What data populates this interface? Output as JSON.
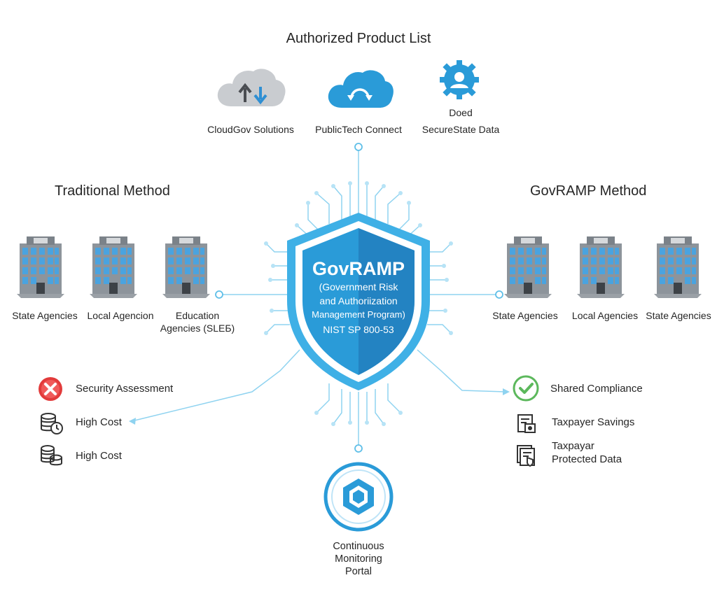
{
  "product_list": {
    "title": "Authorized Product List",
    "items": [
      {
        "name": "CloudGov Solutions",
        "icon": "cloud-upload-download-icon"
      },
      {
        "name": "PublicTech Connect",
        "icon": "cloud-sync-icon"
      },
      {
        "name_line1": "Doed",
        "name_line2": "SecureState Data",
        "icon": "gear-user-icon"
      }
    ]
  },
  "traditional": {
    "title": "Traditional Method",
    "agencies": [
      {
        "line1": "State Agencies"
      },
      {
        "line1": "Local Agencion"
      },
      {
        "line1": "Education",
        "line2": "Agencies (SLEБ)"
      }
    ],
    "items": [
      {
        "label": "Security Assessment",
        "icon": "x-circle-icon"
      },
      {
        "label": "High Cost",
        "icon": "coins-clock-icon"
      },
      {
        "label": "High Cost",
        "icon": "coins-icon"
      }
    ]
  },
  "govramp": {
    "title": "GovRAMP Method",
    "agencies": [
      {
        "line1": "State Agencies"
      },
      {
        "line1": "Local Agencies"
      },
      {
        "line1": "State Agencies"
      }
    ],
    "items": [
      {
        "label": "Shared Compliance",
        "icon": "check-circle-icon"
      },
      {
        "label": "Taxpayer Savings",
        "icon": "document-savings-icon"
      },
      {
        "line1": "Taxpayar",
        "line2": "Protected Data",
        "icon": "document-shield-icon"
      }
    ]
  },
  "shield": {
    "title": "GovRAMP",
    "line1": "(Government Risk",
    "line2": "and Authoriization",
    "line3": "Management Program)",
    "line4": "NIST SP 800-53"
  },
  "portal": {
    "line1": "Continuous",
    "line2": "Monitoring",
    "line3": "Portal"
  },
  "colors": {
    "accent": "#2a9bd8",
    "shield_dark": "#1d6fb0",
    "circuit": "#8fd3f0",
    "red": "#e23b3b",
    "green": "#5cb85c"
  }
}
